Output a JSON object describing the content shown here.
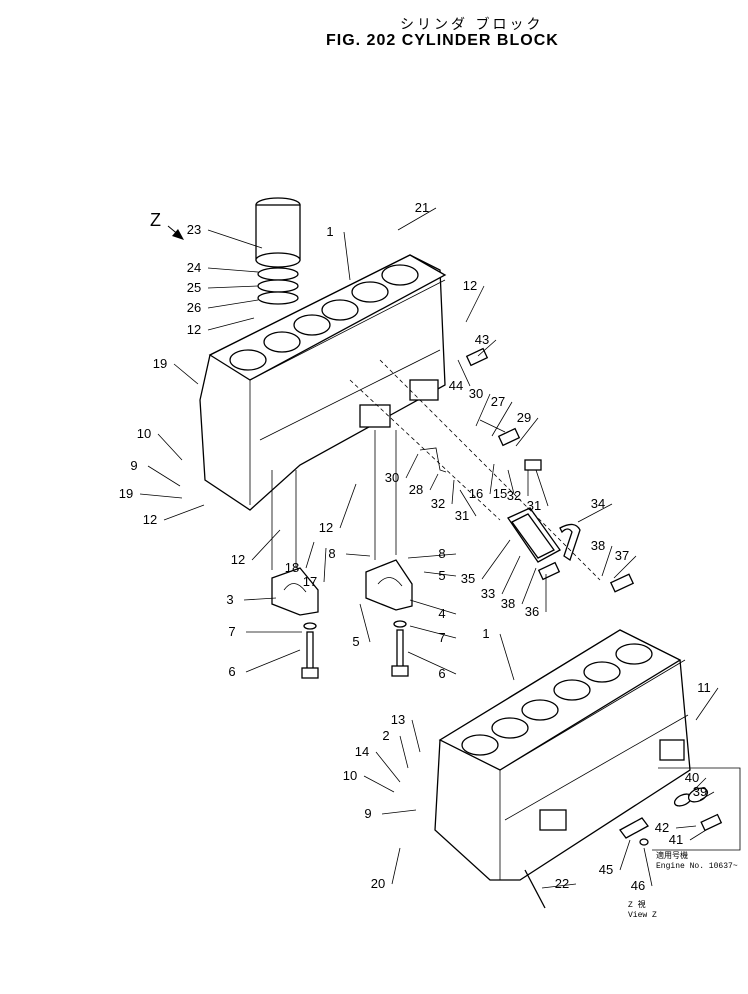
{
  "header": {
    "title_jp": "シリンダ ブロック",
    "title_en": "FIG. 202  CYLINDER BLOCK"
  },
  "view_label": "Z",
  "callouts": [
    {
      "label": "21"
    },
    {
      "label": "1"
    },
    {
      "label": "23"
    },
    {
      "label": "24"
    },
    {
      "label": "25"
    },
    {
      "label": "26"
    },
    {
      "label": "12"
    },
    {
      "label": "12"
    },
    {
      "label": "43"
    },
    {
      "label": "19"
    },
    {
      "label": "44"
    },
    {
      "label": "30"
    },
    {
      "label": "27"
    },
    {
      "label": "29"
    },
    {
      "label": "10"
    },
    {
      "label": "9"
    },
    {
      "label": "30"
    },
    {
      "label": "28"
    },
    {
      "label": "16"
    },
    {
      "label": "15"
    },
    {
      "label": "32"
    },
    {
      "label": "32"
    },
    {
      "label": "31"
    },
    {
      "label": "31"
    },
    {
      "label": "19"
    },
    {
      "label": "12"
    },
    {
      "label": "12"
    },
    {
      "label": "34"
    },
    {
      "label": "12"
    },
    {
      "label": "18"
    },
    {
      "label": "17"
    },
    {
      "label": "8"
    },
    {
      "label": "8"
    },
    {
      "label": "5"
    },
    {
      "label": "35"
    },
    {
      "label": "33"
    },
    {
      "label": "38"
    },
    {
      "label": "38"
    },
    {
      "label": "37"
    },
    {
      "label": "36"
    },
    {
      "label": "3"
    },
    {
      "label": "4"
    },
    {
      "label": "5"
    },
    {
      "label": "7"
    },
    {
      "label": "7"
    },
    {
      "label": "6"
    },
    {
      "label": "6"
    },
    {
      "label": "1"
    },
    {
      "label": "11"
    },
    {
      "label": "13"
    },
    {
      "label": "2"
    },
    {
      "label": "14"
    },
    {
      "label": "10"
    },
    {
      "label": "9"
    },
    {
      "label": "40"
    },
    {
      "label": "39"
    },
    {
      "label": "42"
    },
    {
      "label": "41"
    },
    {
      "label": "45"
    },
    {
      "label": "46"
    },
    {
      "label": "20"
    },
    {
      "label": "22"
    }
  ],
  "inset": {
    "applicable_jp": "適用号機",
    "applicable_en": "Engine  No. 10637~",
    "view_jp": "Z  視",
    "view_en": "View Z"
  }
}
